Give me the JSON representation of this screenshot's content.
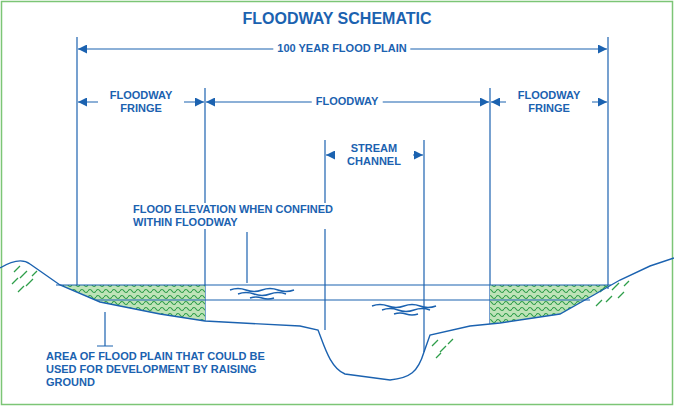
{
  "diagram": {
    "title": "FLOODWAY SCHEMATIC",
    "labels": [
      "100 YEAR FLOOD PLAIN",
      "FLOODWAY FRINGE",
      "FLOODWAY",
      "FLOODWAY FRINGE",
      "STREAM CHANNEL",
      "FLOOD ELEVATION WHEN CONFINED WITHIN FLOODWAY",
      "AREA OF FLOOD PLAIN THAT COULD BE USED FOR DEVELOPMENT BY RAISING GROUND"
    ]
  }
}
